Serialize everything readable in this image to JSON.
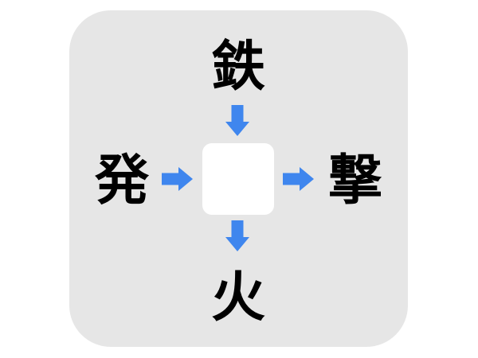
{
  "puzzle": {
    "top": "鉄",
    "left": "発",
    "right": "撃",
    "bottom": "火",
    "answer": ""
  },
  "colors": {
    "panel": "#e6e6e6",
    "arrow": "#3f86ee",
    "answer_box": "#ffffff",
    "text": "#000000"
  },
  "icons": {
    "top_arrow": "arrow-down-icon",
    "left_arrow": "arrow-right-icon",
    "right_arrow": "arrow-right-icon",
    "bottom_arrow": "arrow-down-icon"
  }
}
